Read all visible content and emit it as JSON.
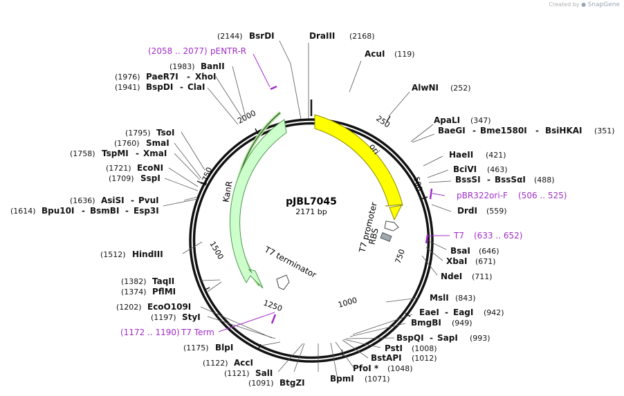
{
  "credit": {
    "prefix": "Created by",
    "brand": "SnapGene"
  },
  "plasmid": {
    "name": "pJBL7045",
    "size": "2171 bp"
  },
  "ticks": [
    "250",
    "500",
    "750",
    "1000",
    "1250",
    "1500",
    "1750",
    "2000"
  ],
  "features": {
    "ori": "ori",
    "kanr": "KanR",
    "t7_promoter": "T7 promoter",
    "rbs": "RBS",
    "t7_terminator": "T7 terminator"
  },
  "sites": [
    {
      "id": "bsrdi",
      "name": "BsrDI",
      "pos": "(2144)"
    },
    {
      "id": "draiii",
      "name": "DraIII",
      "pos": "(2168)"
    },
    {
      "id": "acui",
      "name": "AcuI",
      "pos": "(119)"
    },
    {
      "id": "alwni",
      "name": "AlwNI",
      "pos": "(252)"
    },
    {
      "id": "apali",
      "name": "ApaLI",
      "pos": "(347)"
    },
    {
      "id": "baegi",
      "names": [
        "BaeGI",
        "Bme1580I",
        "BsiHKAI"
      ],
      "pos": "(351)"
    },
    {
      "id": "haeii",
      "name": "HaeII",
      "pos": "(421)"
    },
    {
      "id": "bcvi",
      "name": "BciVI",
      "pos": "(463)"
    },
    {
      "id": "bsssi",
      "names": [
        "BssSI",
        "BssSαI"
      ],
      "pos": "(488)"
    },
    {
      "id": "drdi",
      "name": "DrdI",
      "pos": "(559)"
    },
    {
      "id": "bsai",
      "name": "BsaI",
      "pos": "(646)"
    },
    {
      "id": "xbai",
      "name": "XbaI",
      "pos": "(671)"
    },
    {
      "id": "ndei",
      "name": "NdeI",
      "pos": "(711)"
    },
    {
      "id": "msli",
      "name": "MslI",
      "pos": "(843)"
    },
    {
      "id": "eaei",
      "names": [
        "EaeI",
        "EagI"
      ],
      "pos": "(942)"
    },
    {
      "id": "bmgbi",
      "name": "BmgBI",
      "pos": "(949)"
    },
    {
      "id": "bspqi",
      "names": [
        "BspQI",
        "SapI"
      ],
      "pos": "(993)"
    },
    {
      "id": "psti",
      "name": "PstI",
      "pos": "(1008)"
    },
    {
      "id": "bstapi",
      "name": "BstAPI",
      "pos": "(1012)"
    },
    {
      "id": "pfoi",
      "name": "PfoI *",
      "pos": "(1048)"
    },
    {
      "id": "bpmi",
      "name": "BpmI",
      "pos": "(1071)"
    },
    {
      "id": "btgzi",
      "name": "BtgZI",
      "pos": "(1091)"
    },
    {
      "id": "sali",
      "name": "SalI",
      "pos": "(1121)"
    },
    {
      "id": "acci",
      "name": "AccI",
      "pos": "(1122)"
    },
    {
      "id": "blpi",
      "name": "BlpI",
      "pos": "(1175)"
    },
    {
      "id": "styi",
      "name": "StyI",
      "pos": "(1197)"
    },
    {
      "id": "eco0109i",
      "name": "EcoO109I",
      "pos": "(1202)"
    },
    {
      "id": "pflmi",
      "name": "PflMI",
      "pos": "(1374)"
    },
    {
      "id": "taqii",
      "name": "TaqII",
      "pos": "(1382)"
    },
    {
      "id": "hindiii",
      "name": "HindIII",
      "pos": "(1512)"
    },
    {
      "id": "bpu10i",
      "names": [
        "Bpu10I",
        "BsmBI",
        "Esp3I"
      ],
      "pos": "(1614)"
    },
    {
      "id": "asisi",
      "names": [
        "AsiSI",
        "PvuI"
      ],
      "pos": "(1636)"
    },
    {
      "id": "sspi",
      "name": "SspI",
      "pos": "(1709)"
    },
    {
      "id": "econi",
      "name": "EcoNI",
      "pos": "(1721)"
    },
    {
      "id": "tspmi",
      "names": [
        "TspMI",
        "XmaI"
      ],
      "pos": "(1758)"
    },
    {
      "id": "smai",
      "name": "SmaI",
      "pos": "(1760)"
    },
    {
      "id": "tsoi",
      "name": "TsoI",
      "pos": "(1795)"
    },
    {
      "id": "bspdi",
      "names": [
        "BspDI",
        "ClaI"
      ],
      "pos": "(1941)"
    },
    {
      "id": "paer7i",
      "names": [
        "PaeR7I",
        "XhoI"
      ],
      "pos": "(1976)"
    },
    {
      "id": "banii",
      "name": "BanII",
      "pos": "(1983)"
    }
  ],
  "primers": [
    {
      "id": "pentr-r",
      "name": "pENTR-R",
      "range": "(2058 .. 2077)"
    },
    {
      "id": "pbr322ori-f",
      "name": "pBR322ori-F",
      "range": "(506 .. 525)"
    },
    {
      "id": "t7",
      "name": "T7",
      "range": "(633 .. 652)"
    },
    {
      "id": "t7-term",
      "name": "T7 Term",
      "range": "(1172 .. 1190)"
    }
  ],
  "colors": {
    "ori": "#ffff00",
    "kanr": "#ccffcc",
    "primer": "#a02cc8",
    "rbs": "#a0a8b0"
  }
}
